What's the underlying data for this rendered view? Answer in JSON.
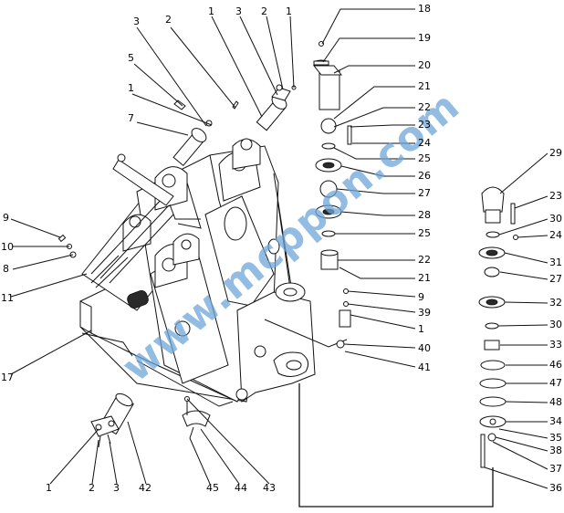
{
  "watermark": "www.mcppon.com",
  "labels": {
    "l18": "18",
    "l19": "19",
    "l20": "20",
    "l21a": "21",
    "l22a": "22",
    "l23a": "23",
    "l24a": "24",
    "l25a": "25",
    "l26": "26",
    "l27a": "27",
    "l28": "28",
    "l25b": "25",
    "l22b": "22",
    "l21b": "21",
    "l9a": "9",
    "l39": "39",
    "l1r": "1",
    "l40": "40",
    "l41": "41",
    "l29": "29",
    "l23b": "23",
    "l30a": "30",
    "l24b": "24",
    "l31": "31",
    "l27b": "27",
    "l32": "32",
    "l30b": "30",
    "l33": "33",
    "l46": "46",
    "l47": "47",
    "l48": "48",
    "l34": "34",
    "l35": "35",
    "l38": "38",
    "l37": "37",
    "l36": "36",
    "l3a": "3",
    "l2a": "2",
    "l1a": "1",
    "l3b": "3",
    "l2b": "2",
    "l1b": "1",
    "l5": "5",
    "l1c": "1",
    "l7": "7",
    "l9b": "9",
    "l10": "10",
    "l8": "8",
    "l11": "11",
    "l17": "17",
    "l1d": "1",
    "l2c": "2",
    "l3c": "3",
    "l42": "42",
    "l45": "45",
    "l44": "44",
    "l43": "43"
  }
}
